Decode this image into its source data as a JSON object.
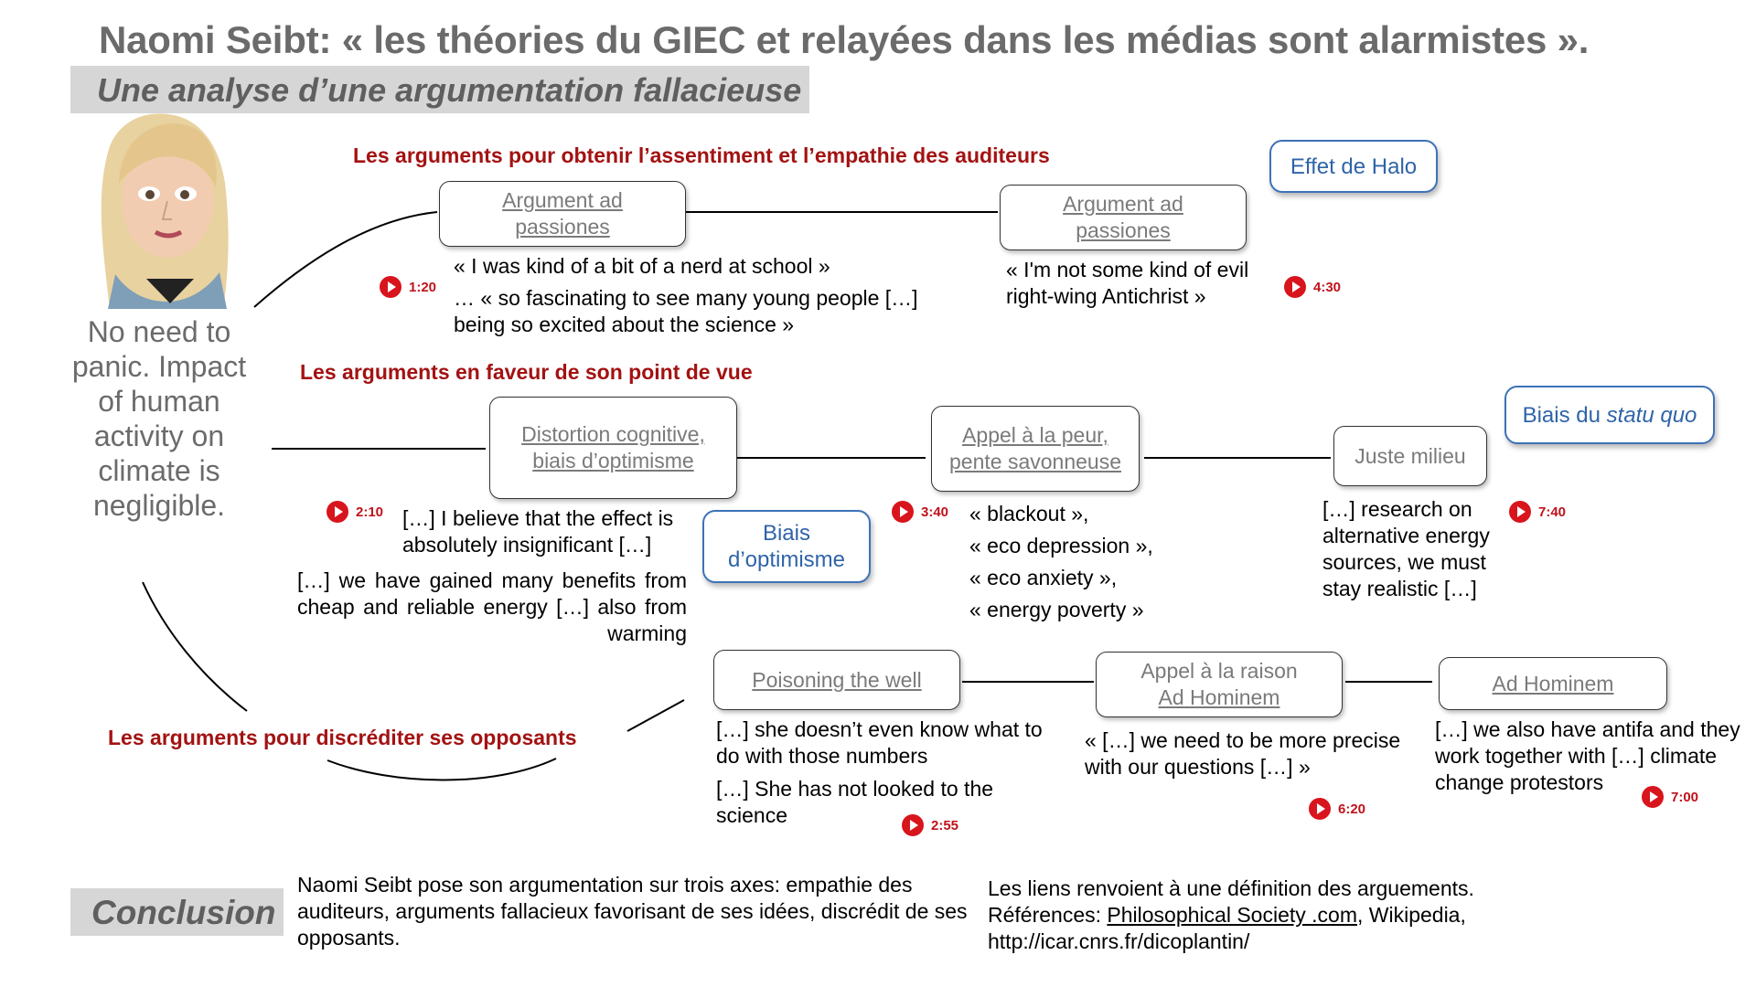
{
  "title": "Naomi Seibt: « les théories du GIEC et relayées dans les médias sont alarmistes ».",
  "subtitle": "Une analyse d’une argumentation fallacieuse",
  "thesis": "No need to panic. Impact of human activity on climate is negligible.",
  "sections": {
    "empathy": "Les arguments pour obtenir l’assentiment et l’empathie des auditeurs",
    "favor": "Les arguments en faveur de son point de vue",
    "discredit": "Les arguments pour discréditer ses opposants"
  },
  "boxes": {
    "ad_passiones_1": {
      "line1": "Argument ad",
      "line2": "passiones"
    },
    "ad_passiones_2": {
      "line1": "Argument ad",
      "line2": "passiones"
    },
    "distortion": {
      "line1": "Distortion cognitive,",
      "line2": "biais d’optimisme"
    },
    "fear": {
      "line1": "Appel à la peur,",
      "line2": "pente savonneuse"
    },
    "juste_milieu": "Juste milieu",
    "poisoning": "Poisoning the well",
    "raison": {
      "line1": "Appel à la raison",
      "line2": "Ad Hominem"
    },
    "ad_hominem": "Ad Hominem"
  },
  "blue_boxes": {
    "halo": "Effet de Halo",
    "statu_quo_prefix": "Biais du",
    "statu_quo_italic": "statu quo",
    "optimisme": {
      "line1": "Biais",
      "line2": "d’optimisme"
    }
  },
  "quotes": {
    "q1_a": "« I was kind of a bit of a nerd at school »",
    "q1_b": "… « so fascinating to see many young people […] being so excited about the science »",
    "q2": "« I'm not some kind of evil right-wing Antichrist »",
    "q3_a": "[…] I believe that the effect is absolutely insignificant […]",
    "q3_b": "[…] we have gained many benefits from cheap and reliable energy […] also from warming",
    "q4": [
      "« blackout »,",
      "« eco depression »,",
      "« eco anxiety »,",
      "« energy poverty »"
    ],
    "q5": "[…] research on alternative energy sources, we must stay realistic […]",
    "q6_a": "[…] she doesn’t even know what to do with those numbers",
    "q6_b": "[…] She has not looked to the science",
    "q7": "« […] we need to be more precise with our questions […] »",
    "q8": "[…] we also have antifa and they work together with […] climate change protestors"
  },
  "timestamps": {
    "t1": "1:20",
    "t2": "4:30",
    "t3": "2:10",
    "t4": "3:40",
    "t5": "7:40",
    "t6": "2:55",
    "t7": "6:20",
    "t8": "7:00"
  },
  "conclusion": {
    "label": "Conclusion",
    "text": "Naomi Seibt pose son argumentation sur trois axes: empathie des auditeurs, arguments fallacieux favorisant de ses idées, discrédit de ses opposants."
  },
  "links_note": {
    "line1": "Les liens renvoient à une définition des arguements.",
    "refs_label": "Références: ",
    "ref_link": "Philosophical Society .com",
    "refs_rest": ", Wikipedia, http://icar.cnrs.fr/dicoplantin/"
  },
  "colors": {
    "title_gray": "#6b6b6b",
    "section_red": "#a31212",
    "blue_box": "#3d72b8",
    "play_red": "#d8141d",
    "subtitle_bar": "#d6d6d6"
  },
  "icons": [
    "play-icon",
    "portrait-caricature"
  ]
}
